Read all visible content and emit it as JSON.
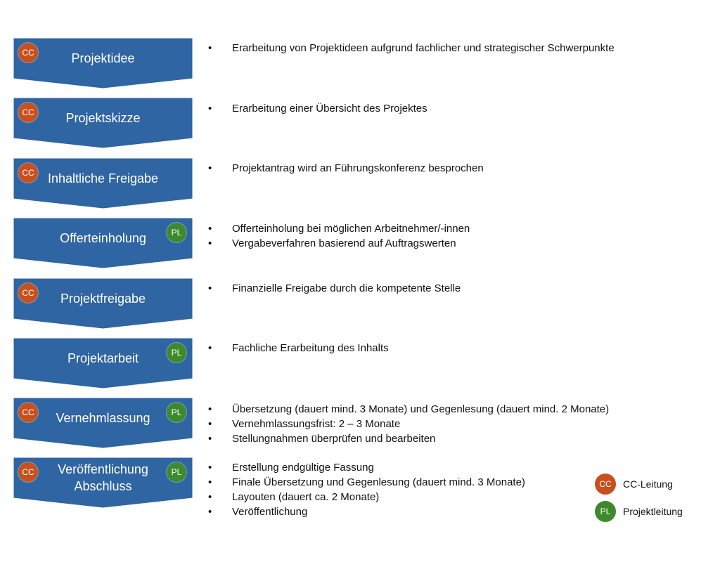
{
  "colors": {
    "chevron": "#2e65a2",
    "cc": "#c8501e",
    "pl": "#3d8a2c"
  },
  "badges": {
    "cc": "CC",
    "pl": "PL"
  },
  "steps": [
    {
      "label": "Projektidee",
      "bullets": [
        "Erarbeitung von Projektideen aufgrund fachlicher und strategischer Schwerpunkte"
      ]
    },
    {
      "label": "Projektskizze",
      "bullets": [
        "Erarbeitung einer Übersicht des Projektes"
      ]
    },
    {
      "label": "Inhaltliche Freigabe",
      "bullets": [
        "Projektantrag wird an Führungskonferenz besprochen"
      ]
    },
    {
      "label": "Offerteinholung",
      "bullets": [
        "Offerteinholung bei möglichen Arbeitnehmer/-innen",
        "Vergabeverfahren basierend auf Auftragswerten"
      ]
    },
    {
      "label": "Projektfreigabe",
      "bullets": [
        "Finanzielle Freigabe durch die kompetente Stelle"
      ]
    },
    {
      "label": "Projektarbeit",
      "bullets": [
        "Fachliche Erarbeitung des Inhalts"
      ]
    },
    {
      "label": "Vernehmlassung",
      "bullets": [
        "Übersetzung (dauert mind. 3 Monate) und Gegenlesung (dauert mind. 2 Monate)",
        "Vernehmlassungsfrist: 2 – 3 Monate",
        "Stellungnahmen überprüfen und bearbeiten"
      ]
    },
    {
      "label": "Veröffentlichung Abschluss",
      "bullets": [
        "Erstellung endgültige Fassung",
        "Finale Übersetzung und Gegenlesung (dauert mind. 3 Monate)",
        "Layouten (dauert ca. 2 Monate)",
        "Veröffentlichung"
      ]
    }
  ],
  "legend": {
    "cc": "CC-Leitung",
    "pl": "Projektleitung"
  }
}
